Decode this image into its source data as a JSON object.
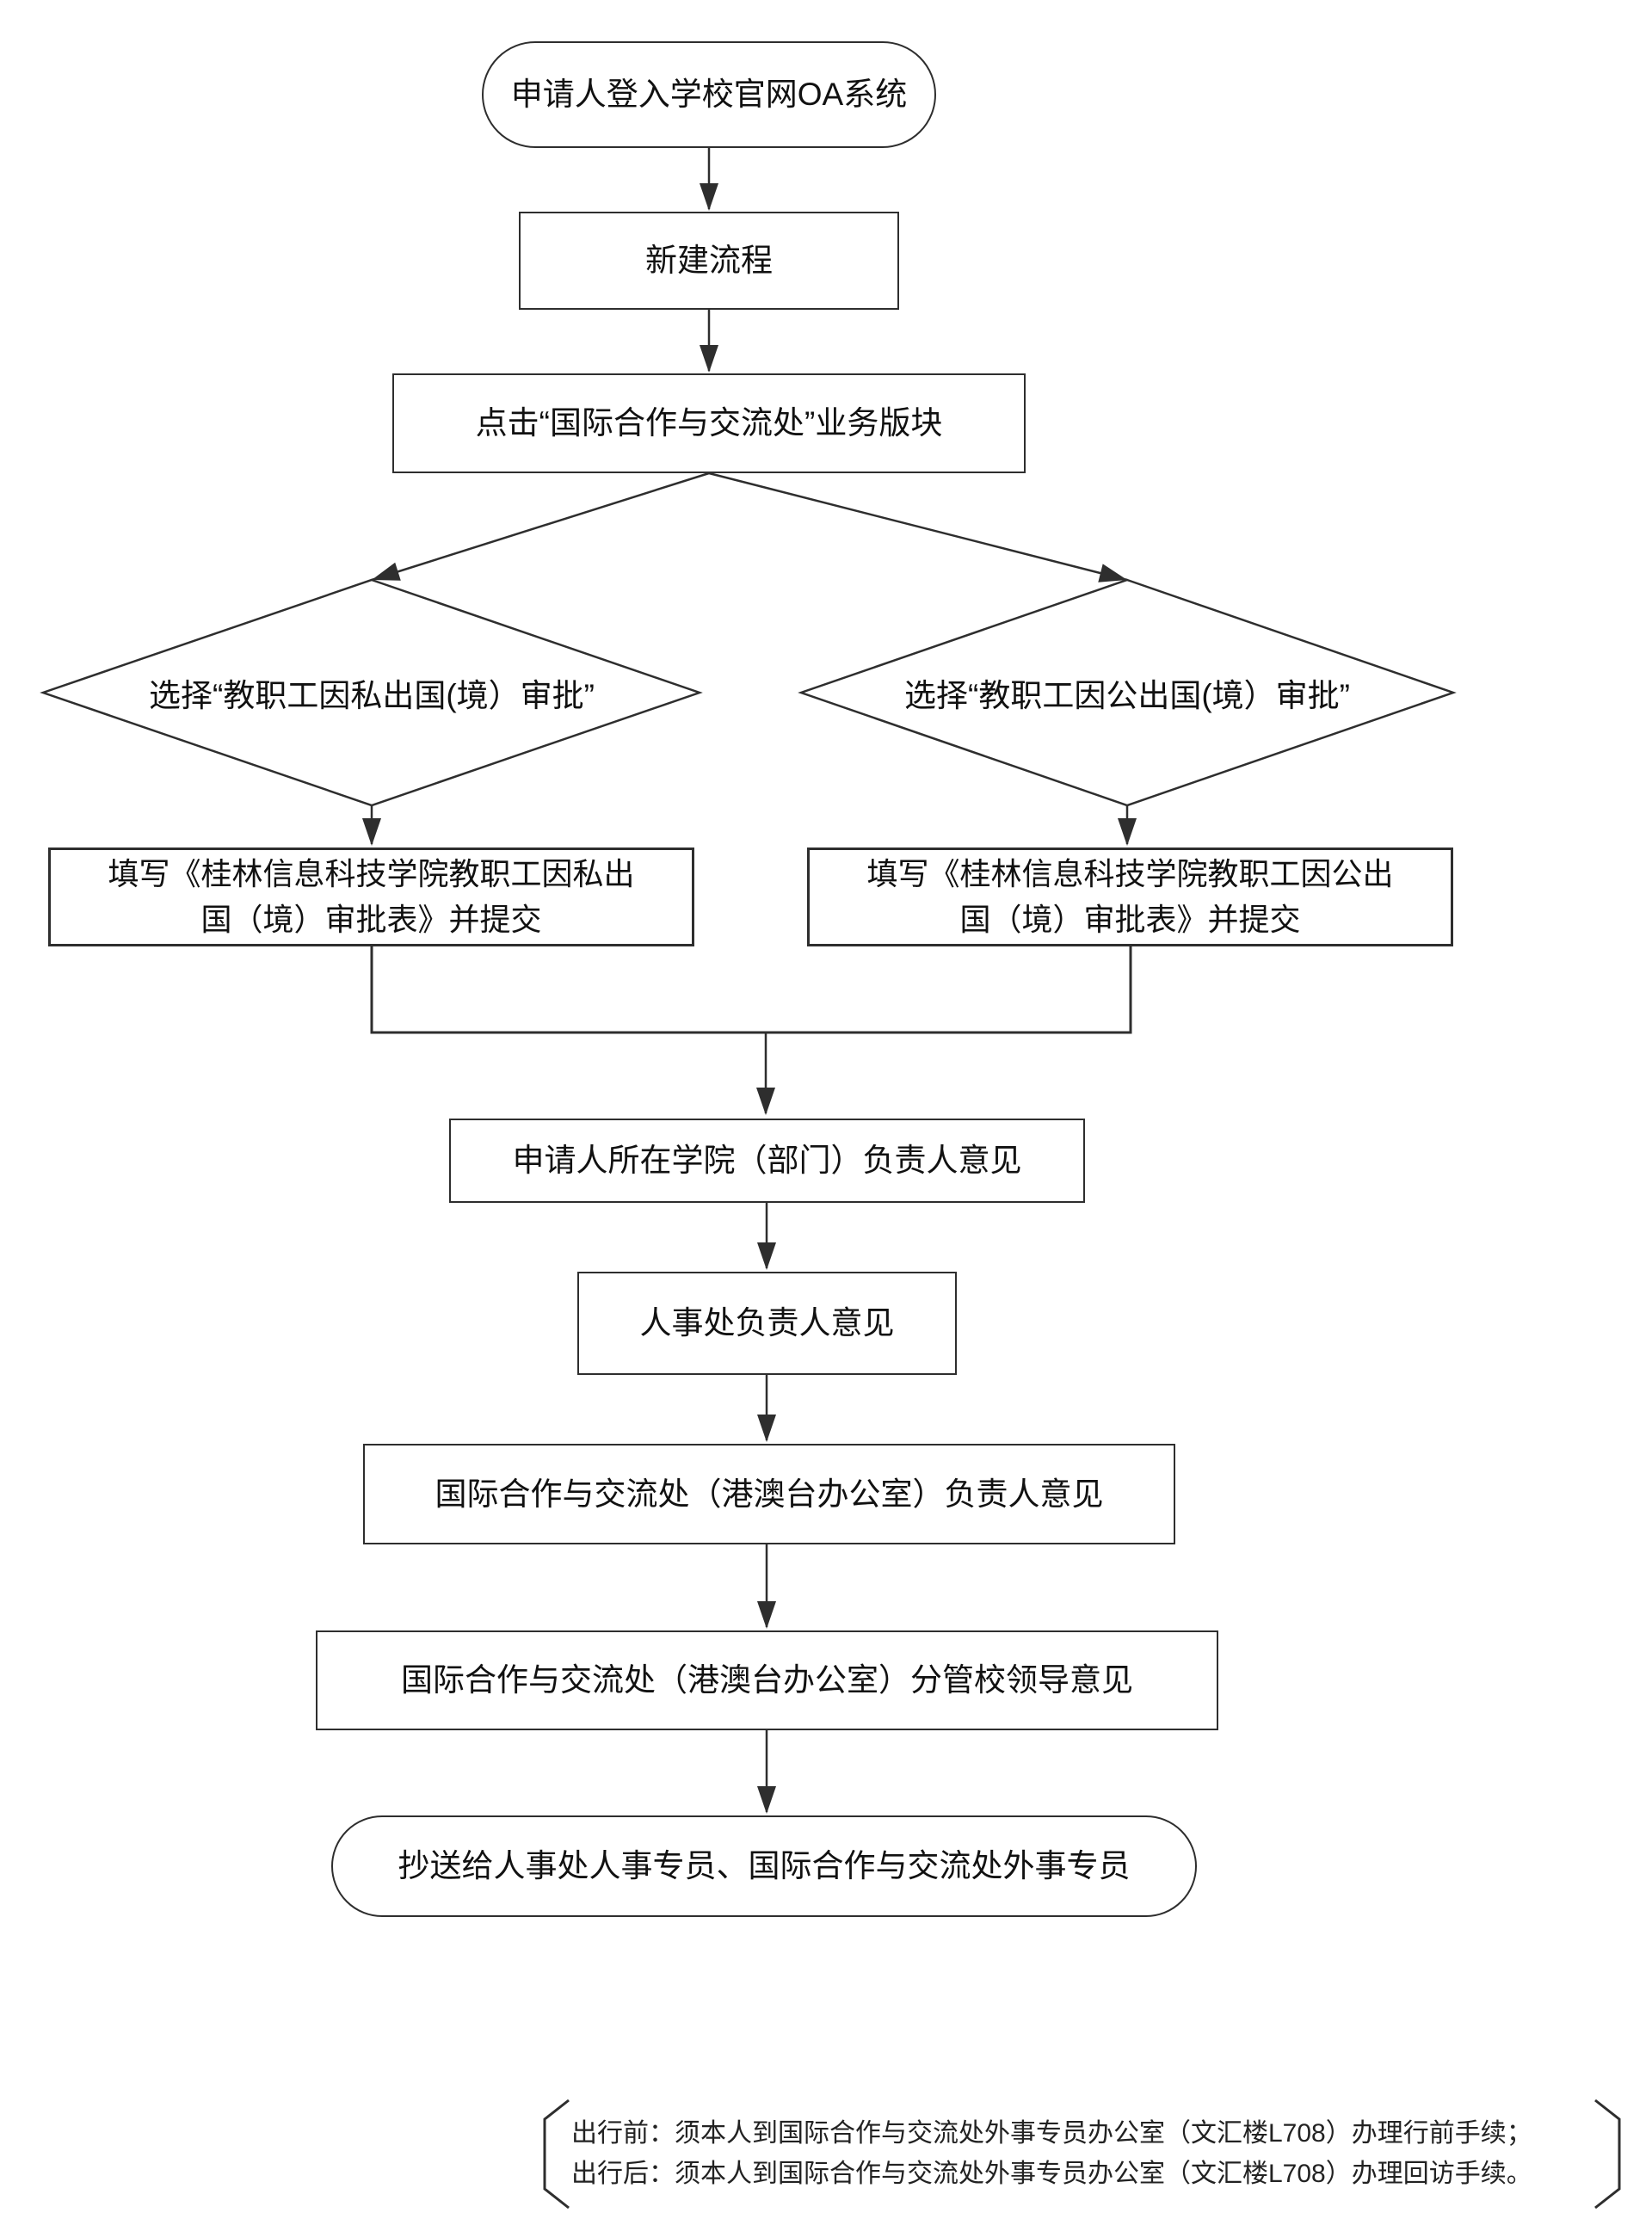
{
  "flowchart": {
    "nodes": {
      "start": "申请人登入学校官网OA系统",
      "new_flow": "新建流程",
      "click_module": "点击“国际合作与交流处”业务版块",
      "choose_private": "选择“教职工因私出国(境）审批”",
      "choose_public": "选择“教职工因公出国(境）审批”",
      "fill_private": "填写《桂林信息科技学院教职工因私出\n国（境）审批表》并提交",
      "fill_public": "填写《桂林信息科技学院教职工因公出\n国（境）审批表》并提交",
      "dept_opinion": "申请人所在学院（部门）负责人意见",
      "hr_opinion": "人事处负责人意见",
      "intl_office_opinion": "国际合作与交流处（港澳台办公室）负责人意见",
      "school_leader_opinion": "国际合作与交流处（港澳台办公室）分管校领导意见",
      "copy_to": "抄送给人事处人事专员、国际合作与交流处外事专员"
    },
    "note": {
      "line1": "出行前：须本人到国际合作与交流处外事专员办公室（文汇楼L708）办理行前手续；",
      "line2": "出行后：须本人到国际合作与交流处外事专员办公室（文汇楼L708）办理回访手续。"
    },
    "colors": {
      "line": "#2e2e2e",
      "text": "#111111",
      "background": "#ffffff"
    }
  }
}
